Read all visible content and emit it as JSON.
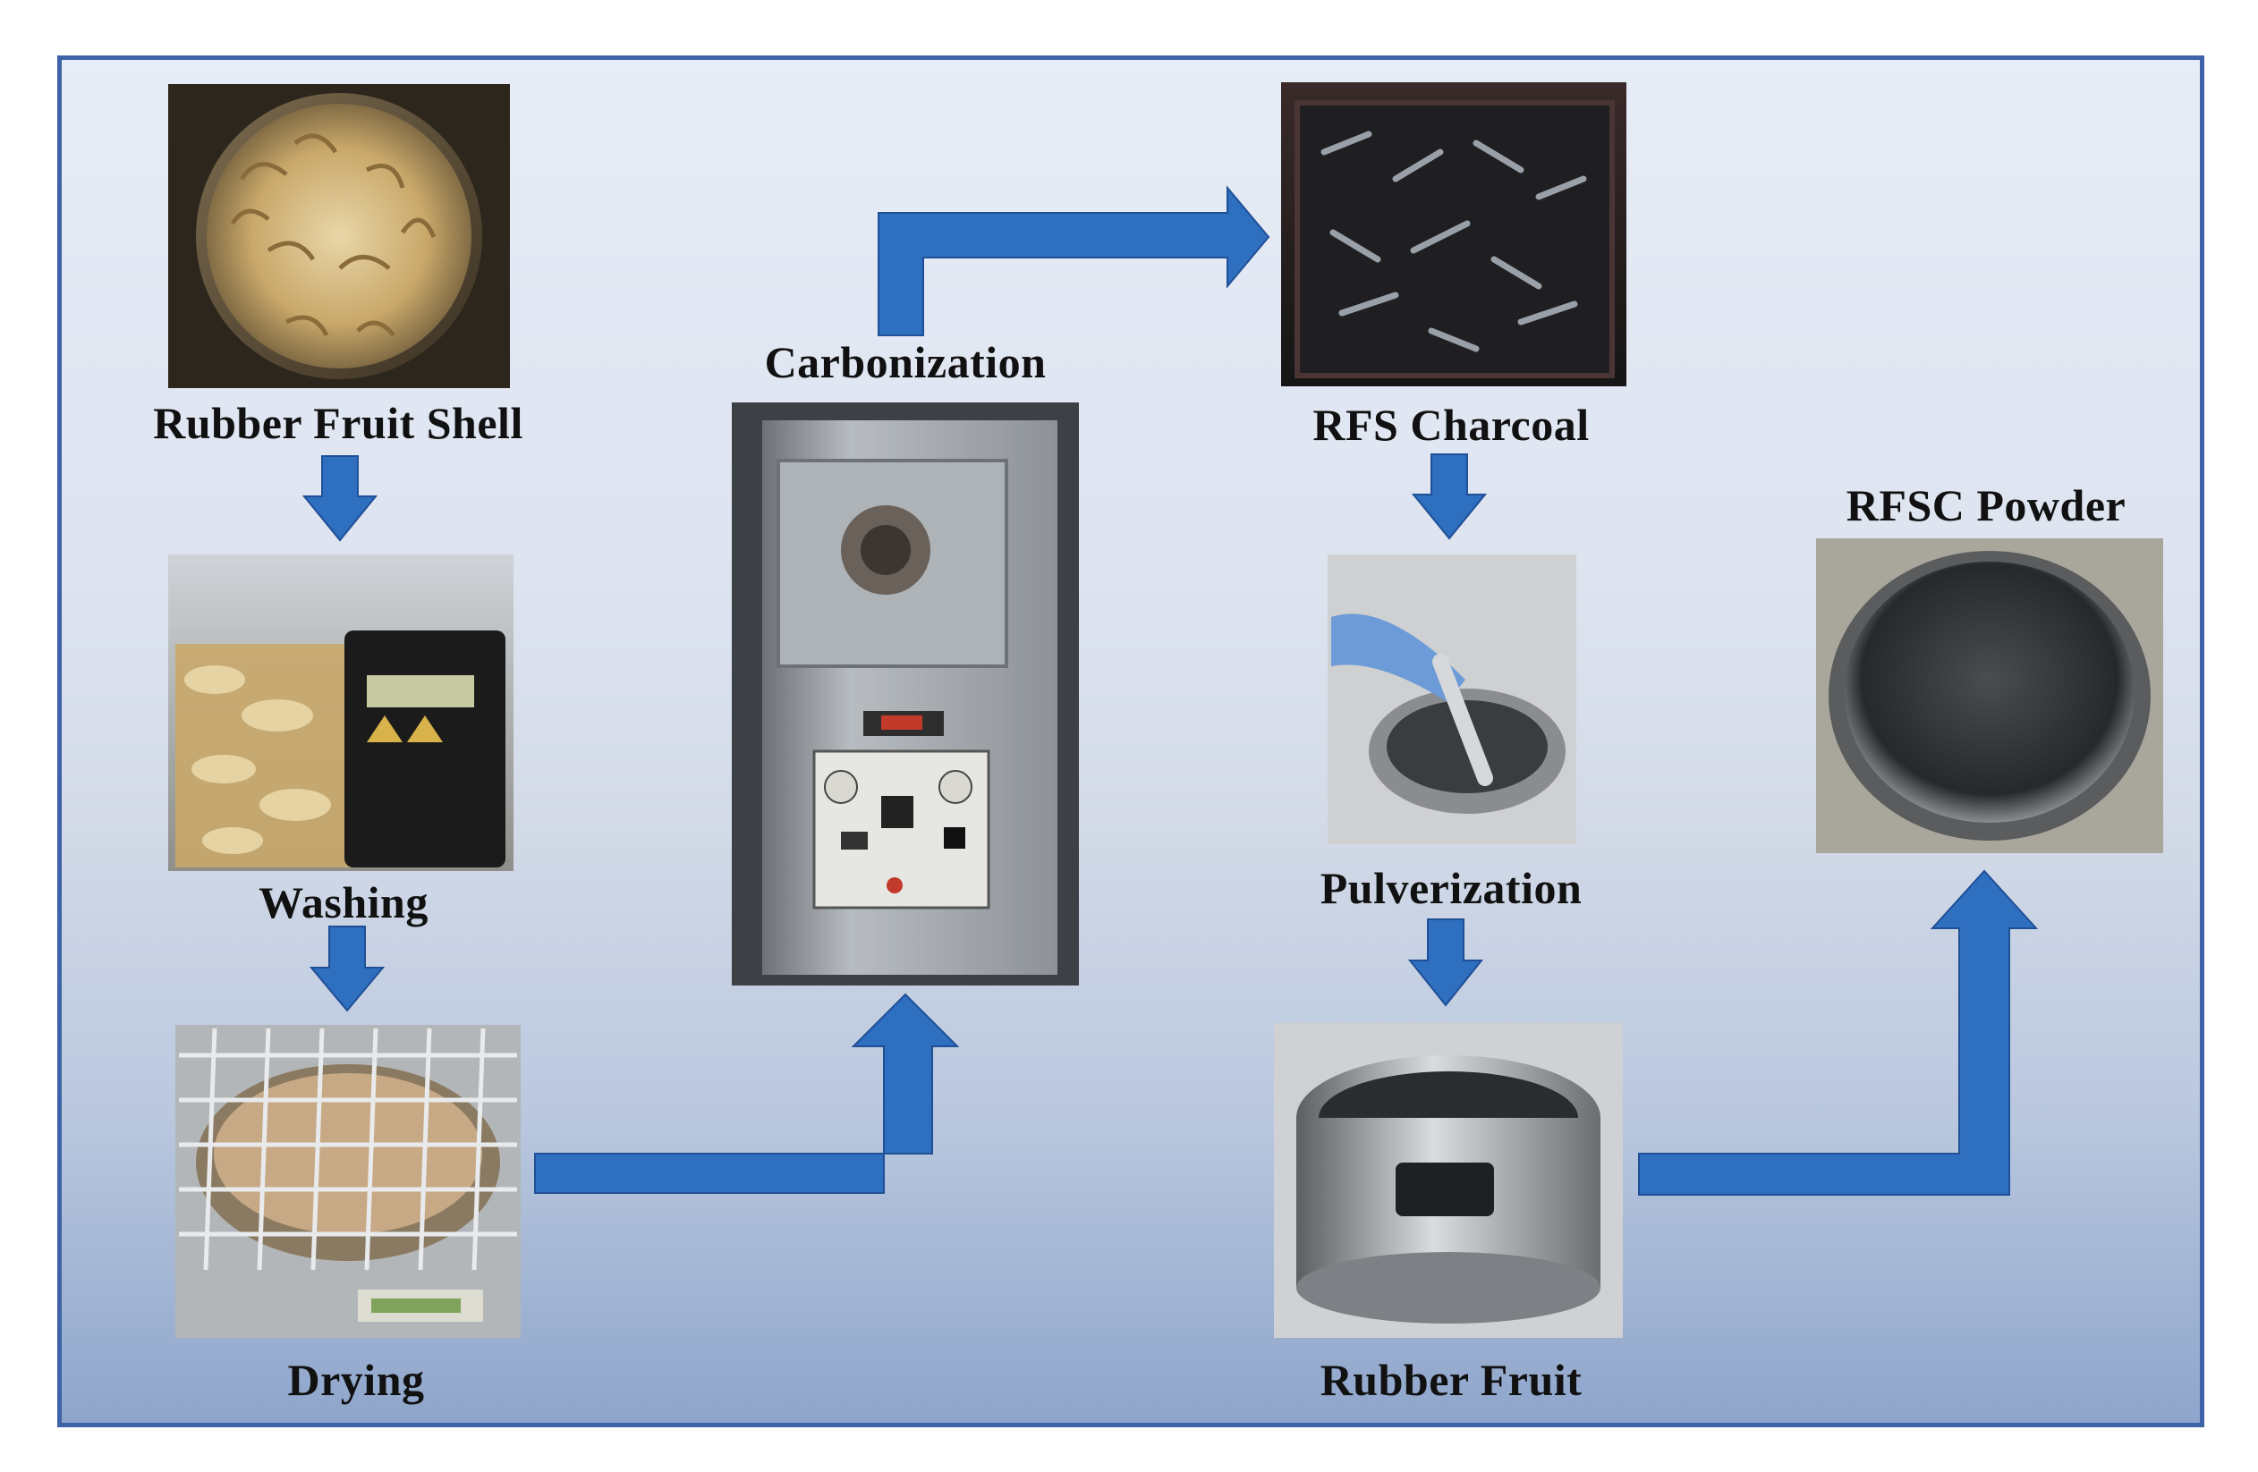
{
  "colors": {
    "arrow": "#2f6fbf",
    "arrow_dark": "#1f4f96",
    "border": "#3f63a8",
    "label": "#111111"
  },
  "steps": {
    "rubber_fruit_shell": "Rubber Fruit Shell",
    "washing": "Washing",
    "drying": "Drying",
    "carbonization": "Carbonization",
    "rfs_charcoal": "RFS Charcoal",
    "pulverization": "Pulverization",
    "rubber_fruit": "Rubber Fruit",
    "rfsc_powder": "RFSC Powder"
  },
  "photos": {
    "rubber_fruit_shell": "bowl of dried rubber fruit shells",
    "washing": "shells in water with conductivity meter",
    "drying": "shells on oven rack",
    "carbonization": "carbonization furnace",
    "rfs_charcoal": "black charcoal pieces in container",
    "pulverization": "gloved hand grinding charcoal in mortar",
    "rubber_fruit": "metal sieve with black powder",
    "rfsc_powder": "container of fine black powder"
  }
}
